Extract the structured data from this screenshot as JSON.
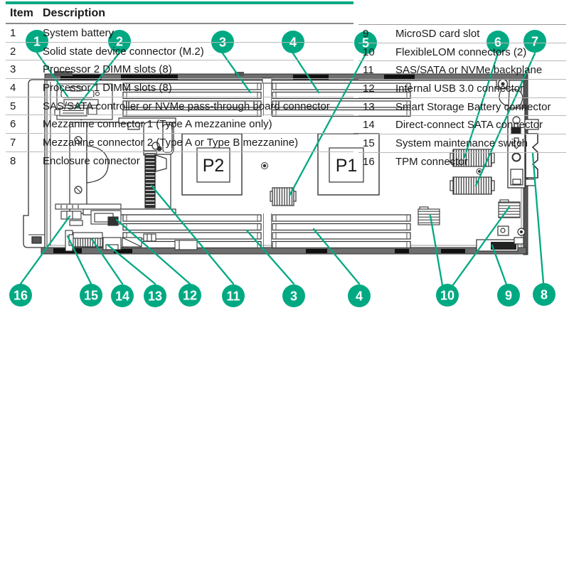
{
  "figure": {
    "accent_green": "#01A982",
    "p2_label": "P2",
    "p1_label": "P1",
    "callouts_top": [
      "1",
      "2",
      "3",
      "4",
      "5",
      "6",
      "7"
    ],
    "callouts_bottom": [
      "16",
      "15",
      "14",
      "13",
      "12",
      "11",
      "3",
      "4",
      "10",
      "9",
      "8"
    ]
  },
  "table": {
    "header": {
      "item": "Item",
      "description": "Description"
    },
    "left_rows": [
      {
        "item": "1",
        "desc": "System battery"
      },
      {
        "item": "2",
        "desc": "Solid state device connector (M.2)"
      },
      {
        "item": "3",
        "desc": "Processor 2 DIMM slots (8)"
      },
      {
        "item": "4",
        "desc": "Processor 1 DIMM slots (8)"
      },
      {
        "item": "5",
        "desc": "SAS/SATA controller or NVMe pass-through board connector"
      },
      {
        "item": "6",
        "desc": "Mezzanine connector 1 (Type A mezzanine only)"
      },
      {
        "item": "7",
        "desc": "Mezzanine connector 2 (Type A or Type B mezzanine)"
      },
      {
        "item": "8",
        "desc": "Enclosure connector"
      }
    ],
    "right_rows": [
      {
        "item": "9",
        "desc": "MicroSD card slot"
      },
      {
        "item": "10",
        "desc": "FlexibleLOM connectors (2)"
      },
      {
        "item": "11",
        "desc": "SAS/SATA or NVMe backplane"
      },
      {
        "item": "12",
        "desc": "Internal USB 3.0 connector"
      },
      {
        "item": "13",
        "desc": "Smart Storage Battery connector"
      },
      {
        "item": "14",
        "desc": "Direct-connect SATA connector"
      },
      {
        "item": "15",
        "desc": "System maintenance switch"
      },
      {
        "item": "16",
        "desc": "TPM connector"
      }
    ]
  }
}
